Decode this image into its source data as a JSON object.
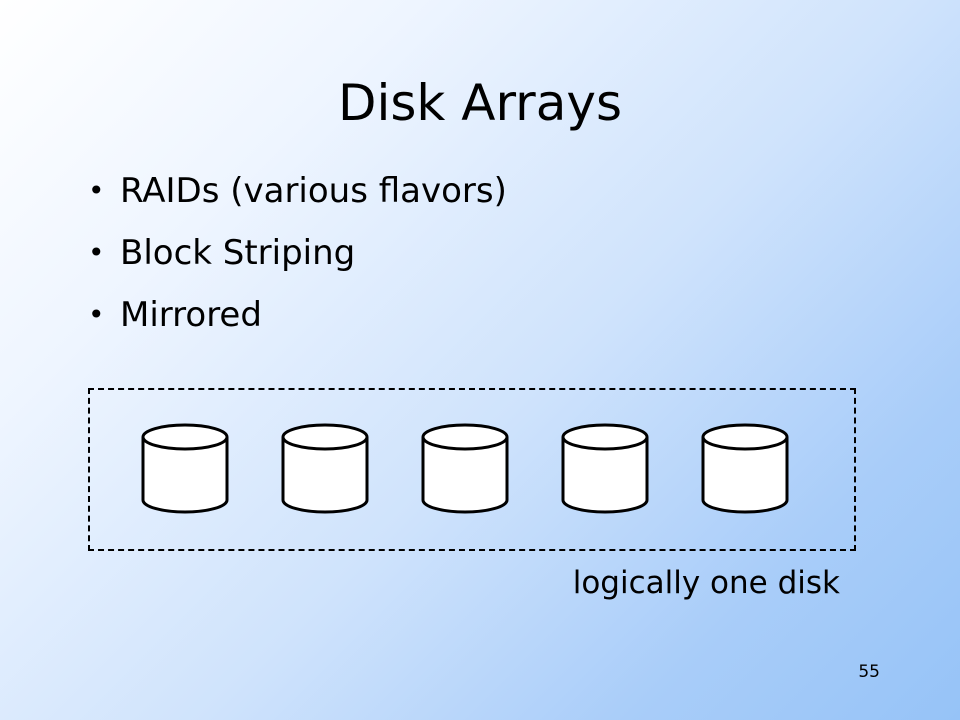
{
  "slide": {
    "title": "Disk Arrays",
    "bullets": [
      "RAIDs (various flavors)",
      "Block Striping",
      "Mirrored"
    ],
    "diagram": {
      "disk_count": 5,
      "caption": "logically one disk"
    },
    "page_number": "55"
  },
  "icons": {
    "disk": "cylinder-disk-icon",
    "bullet": "bullet-dot"
  },
  "colors": {
    "text": "#000000",
    "disk_fill": "#ffffff",
    "background_light": "#ffffff",
    "background_dark": "#96c3f7"
  }
}
